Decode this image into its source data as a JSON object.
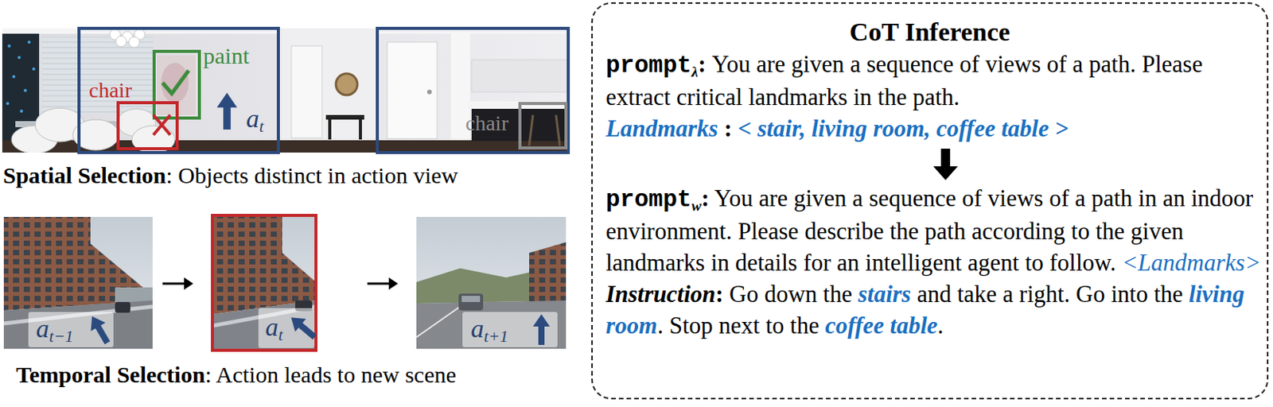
{
  "diagram": {
    "nodes": [
      {
        "text": [
          "CoT Inference"
        ]
      },
      {
        "text": [
          "prompt",
          "λ",
          ":",
          "You are given a sequence of views of a path. Please extract critical landmarks in the path.",
          "Landmarks",
          ":",
          "< stair, living room, coffee table >"
        ],
        "in": 0
      },
      {
        "text": [
          "prompt",
          "w",
          ":",
          "You are given a sequence of views of a path in an indoor environment. Please describe the path according to the given landmarks in details for an intelligent agent to follow.",
          "<Landmarks>",
          "Instruction",
          ":",
          "Go down the",
          "stairs",
          "and take a right. Go into the",
          "living room",
          ". Stop next to the",
          "coffee table",
          "."
        ],
        "in": 0
      }
    ],
    "edges": [
      {
        "from": 1,
        "to": 2,
        "arrow": "to"
      }
    ],
    "labels": [
      "paint",
      "chair",
      "chair",
      "a",
      "t",
      "Spatial Selection",
      ": Objects distinct in action view",
      "a",
      "t−1",
      "a",
      "t",
      "a",
      "t+1",
      "Temporal Selection",
      ": Action leads to new scene"
    ]
  }
}
